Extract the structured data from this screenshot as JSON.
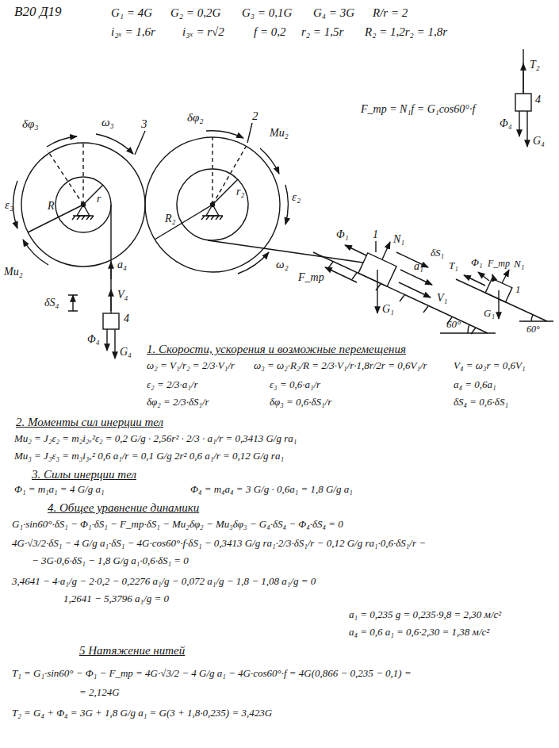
{
  "diagram": {
    "labels": [
      "В20 Д19",
      "G₁ = 4G",
      "G₂ = 0,2G",
      "G₃ = 0,1G",
      "G₄ = 3G",
      "R/r = 2",
      "i₂ₓ = 1,6r",
      "i₃ₓ = r√2",
      "f = 0,2",
      "r₂ = 1,5r",
      "R₂ = 1,2r₂ = 1,8r",
      "δφ₃",
      "ω₃",
      "3",
      "ε₃",
      "r",
      "R",
      "Mи₂",
      "δφ₂",
      "2",
      "Mи₂",
      "ε₂",
      "r₂",
      "R₂",
      "ω₂",
      "F_тр = N₁f = G₁cos60°·f",
      "1",
      "Φ₁",
      "N₁",
      "δS₁",
      "a₁",
      "V₁",
      "F_тр",
      "G₁",
      "60°",
      "a₄",
      "V₄",
      "δS₄",
      "4",
      "Φ₄",
      "G₄",
      "T₂",
      "4",
      "Φ₄",
      "G₄",
      "T₁",
      "Φ₁",
      "F_тр",
      "N₁",
      "1",
      "G₁",
      "60°",
      "1. Скорости, ускорения и возможные перемещения",
      "ω₂ = V₁/r₂ = 2/3·V₁/r",
      "ω₃ = ω₂·R₂/R = 2/3·V₁/r·1,8r/2r = 0,6V₁/r",
      "V₄ = ω₃r = 0,6V₁",
      "ε₂ = 2/3·a₁/r",
      "ε₃ = 0,6·a₁/r",
      "a₄ = 0,6a₁",
      "δφ₂ = 2/3·δS₁/r",
      "δφ₃ = 0,6·δS₁/r",
      "δS₄ = 0,6·δS₁",
      "2. Моменты сил инерции тел",
      "Mи₂ = J₂ε₂ = m₂i₂ₓ²ε₂ = 0,2 G/g · 2,56r² · 2/3 · a₁/r = 0,3413 G/g ra₁",
      "Mи₃ = J₃ε₃ = m₃i₃ₓ² 0,6 a₁/r = 0,1 G/g 2r² 0,6 a₁/r = 0,12 G/g ra₁",
      "3. Силы инерции тел",
      "Φ₁ = m₁a₁ = 4 G/g a₁",
      "Φ₄ = m₄a₄ = 3 G/g · 0,6a₁ = 1,8 G/g a₁",
      "4. Общее уравнение динамики",
      "G₁·sin60°·δS₁ − Φ₁·δS₁ − F_тр·δS₁ − Mи₂δφ₂ − Mи₃δφ₃ − G₄·δS₄ − Φ₄·δS₄ = 0",
      "4G·√3/2·δS₁ − 4 G/g a₁·δS₁ − 4G·cos60°·f·δS₁ − 0,3413 G/g ra₁·2/3·δS₁/r − 0,12 G/g ra₁·0,6·δS₁/r −",
      "− 3G·0,6·δS₁ − 1,8 G/g a₁·0,6·δS₁ = 0",
      "3,4641 − 4·a₁/g − 2·0,2 − 0,2276 a₁/g − 0,072 a₁/g − 1,8 − 1,08 a₁/g = 0",
      "1,2641 − 5,3796 a₁/g = 0",
      "a₁ = 0,235 g = 0,235·9,8 = 2,30 м/с²",
      "a₄ = 0,6 a₁ = 0,6·2,30 = 1,38 м/с²",
      "5 Натяжение нитей",
      "T₁ = G₁·sin60° − Φ₁ − F_тр = 4G·√3/2 − 4 G/g a₁ − 4G·cos60°·f = 4G(0,866 − 0,235 − 0,1) =",
      "= 2,124G",
      "T₂ = G₄ + Φ₄ = 3G + 1,8 G/g a₁ = G(3 + 1,8·0,235) = 3,423G"
    ]
  }
}
